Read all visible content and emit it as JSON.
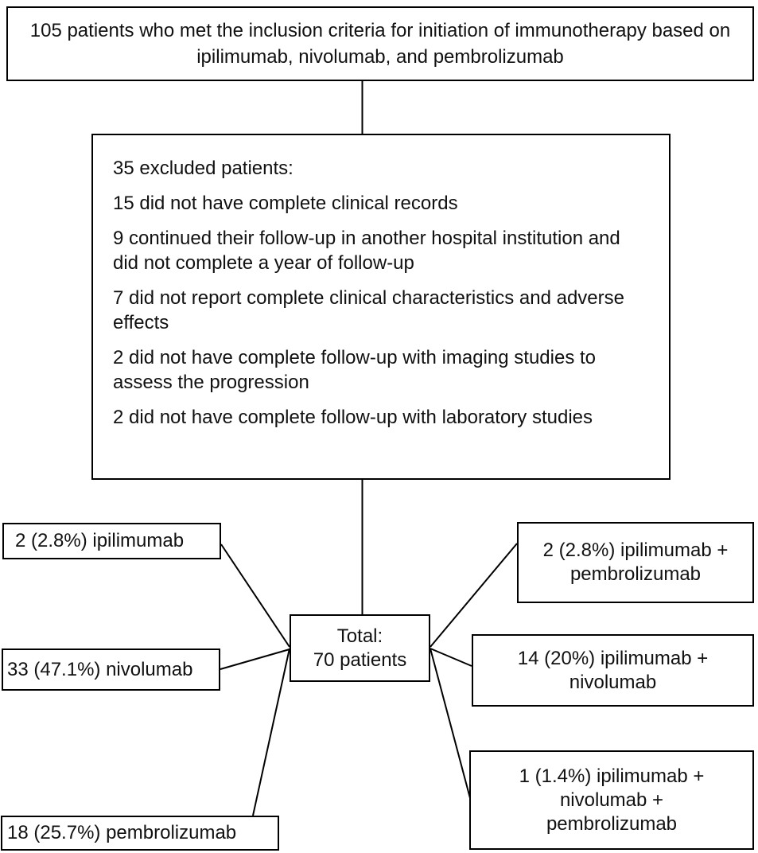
{
  "diagram": {
    "top_box": {
      "text": "105 patients who met the inclusion criteria for initiation of immunotherapy based on ipilimumab, nivolumab, and pembrolizumab"
    },
    "excluded_box": {
      "title": "35 excluded patients:",
      "items": [
        "15 did not have complete clinical records",
        "9 continued their follow-up in another hospital institution and did not complete a year of follow-up",
        "7 did not report complete clinical characteristics and adverse effects",
        "2 did not have complete follow-up with imaging studies to assess the progression",
        "2 did not have complete follow-up with laboratory studies"
      ]
    },
    "total_box": {
      "line1": "Total:",
      "line2": "70 patients"
    },
    "monotherapy_boxes": [
      {
        "label": "2 (2.8%) ipilimumab"
      },
      {
        "label": "33 (47.1%) nivolumab"
      },
      {
        "label": "18 (25.7%) pembrolizumab"
      }
    ],
    "combination_boxes": [
      {
        "label": "2 (2.8%) ipilimumab + pembrolizumab"
      },
      {
        "label": "14 (20%) ipilimumab + nivolumab"
      },
      {
        "label": "1 (1.4%) ipilimumab + nivolumab + pembrolizumab"
      }
    ],
    "colors": {
      "border": "#000000",
      "text": "#111111",
      "background": "#ffffff"
    }
  }
}
